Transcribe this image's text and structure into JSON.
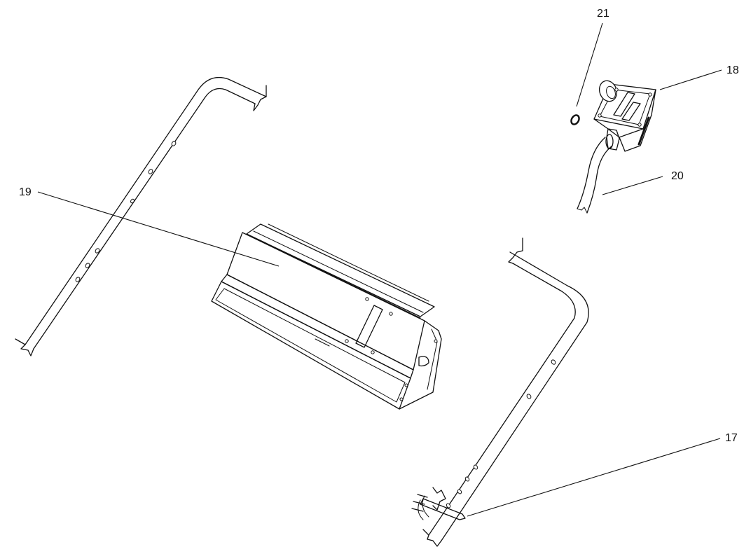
{
  "diagram": {
    "callouts": {
      "c17": "17",
      "c18": "18",
      "c19": "19",
      "c20": "20",
      "c21": "21"
    },
    "colors": {
      "ink": "#111111",
      "background": "#ffffff"
    }
  }
}
